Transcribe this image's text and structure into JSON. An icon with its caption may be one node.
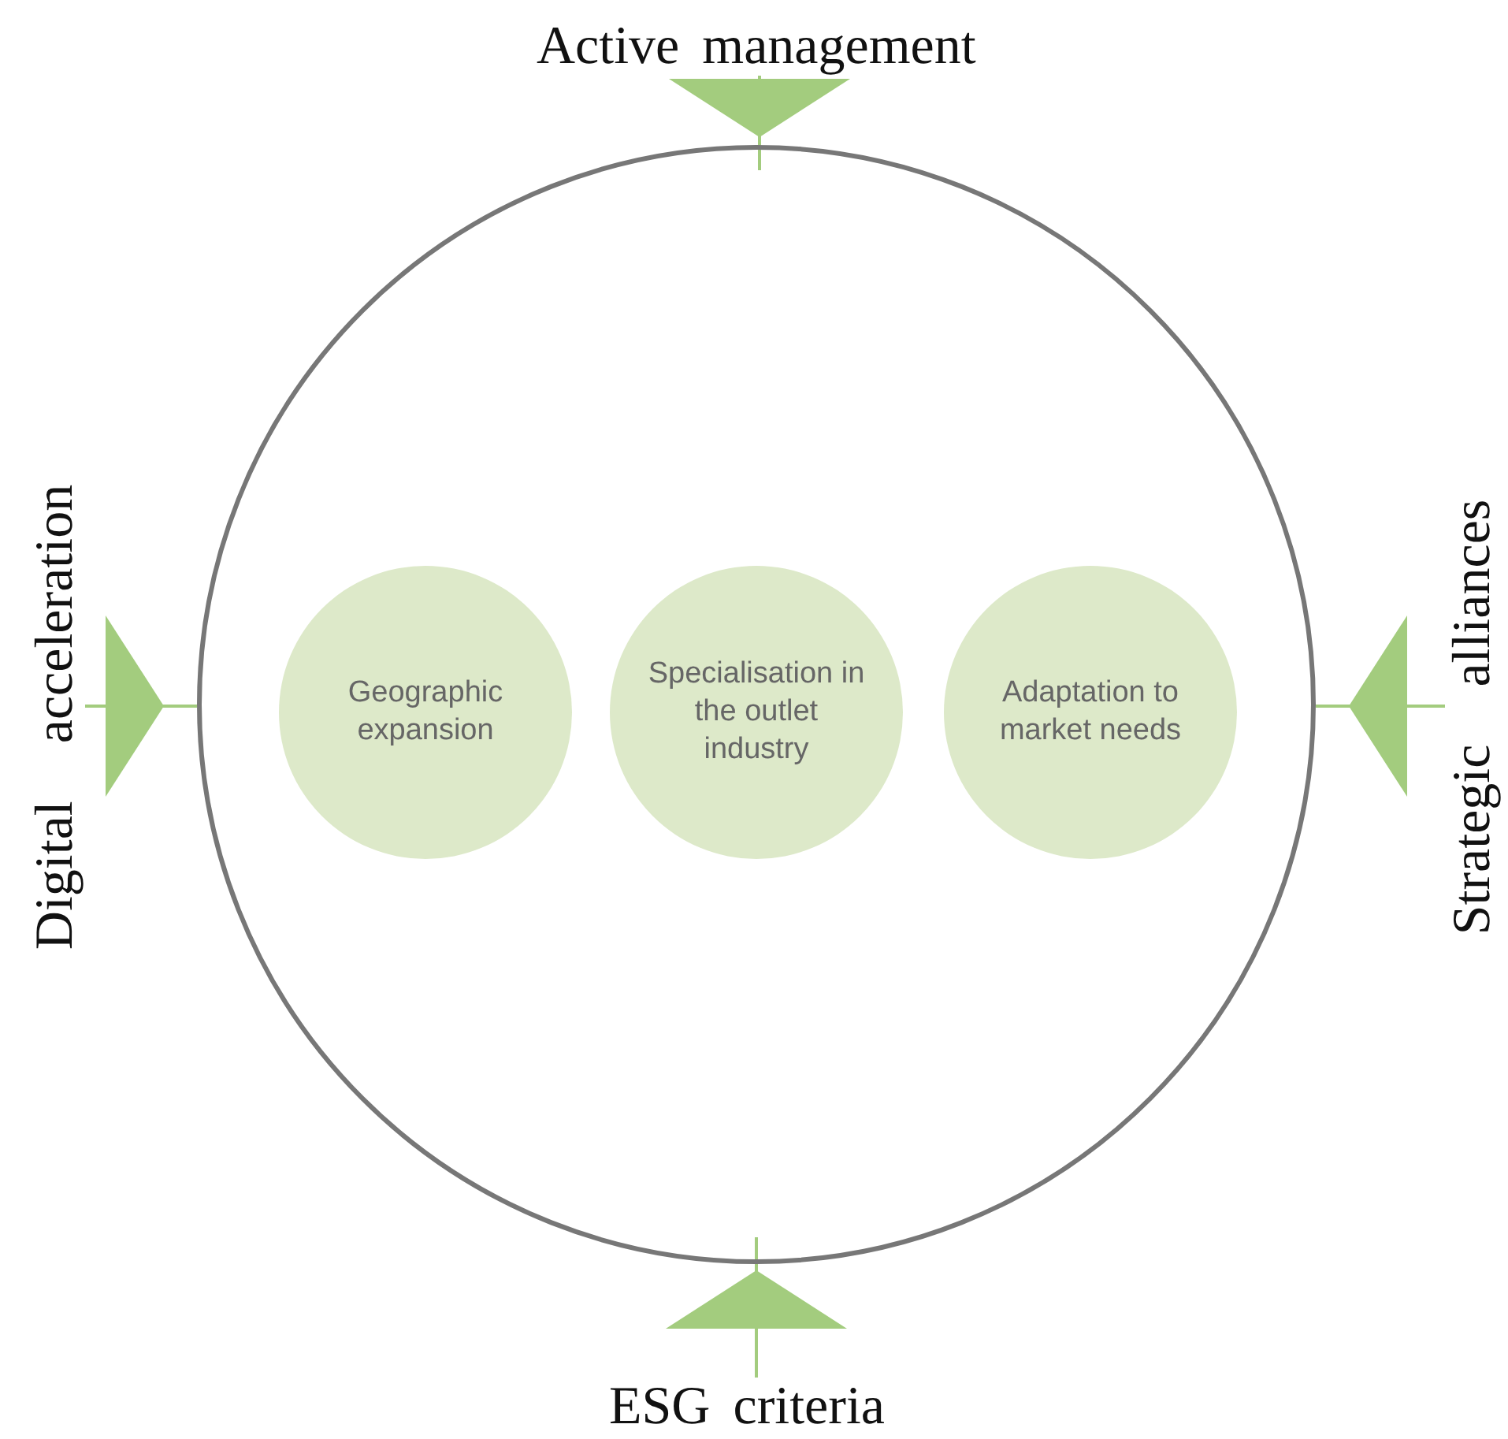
{
  "diagram": {
    "nodes": [
      {
        "text": [],
        "shape": "circle"
      },
      {
        "text": [
          "Geographic expansion"
        ],
        "in": 0
      },
      {
        "text": [
          "Specialisation in the outlet industry"
        ],
        "in": 0
      },
      {
        "text": [
          "Adaptation to market needs"
        ],
        "in": 0
      },
      {
        "text": [
          "Active management"
        ]
      },
      {
        "text": [
          "Digital acceleration"
        ]
      },
      {
        "text": [
          "Strategic alliances"
        ]
      },
      {
        "text": [
          "ESG criteria"
        ]
      }
    ],
    "edges": [
      {
        "from": 4,
        "to": 0,
        "arrow": "to"
      },
      {
        "from": 5,
        "to": 0,
        "arrow": "to"
      },
      {
        "from": 6,
        "to": 0,
        "arrow": "to"
      },
      {
        "from": 7,
        "to": 0,
        "arrow": "to"
      }
    ]
  }
}
